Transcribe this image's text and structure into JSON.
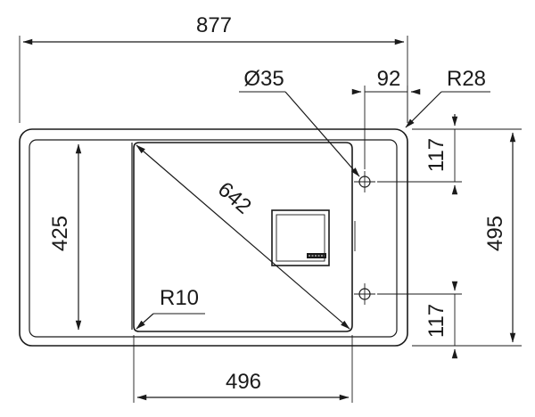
{
  "dimensions": {
    "overall_width": "877",
    "overall_depth": "495",
    "bowl_depth": "425",
    "bowl_diagonal": "642",
    "bowl_width": "496",
    "bowl_radius": "R10",
    "corner_radius": "R28",
    "tap_hole_diameter": "Ø35",
    "tap_hole_offset": "92",
    "tap_hole_top": "117",
    "tap_hole_bottom": "117"
  },
  "colors": {
    "line": "#1a1a1a",
    "background": "#ffffff"
  }
}
